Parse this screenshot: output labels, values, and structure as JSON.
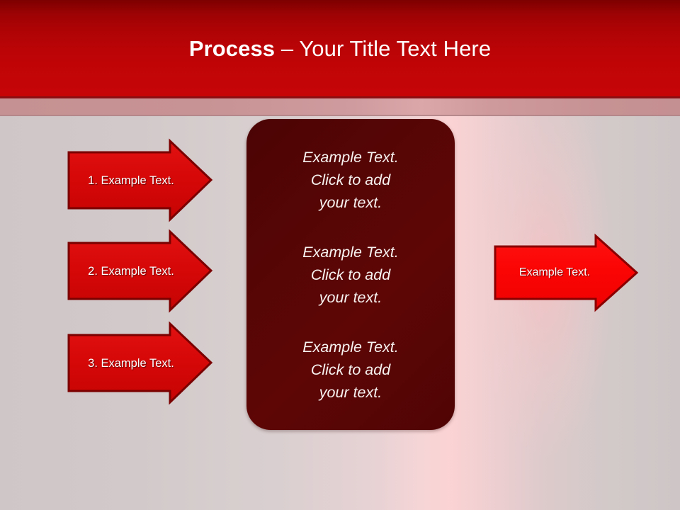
{
  "slide": {
    "title_bold": "Process",
    "title_rest": " – Your Title Text Here",
    "theme": {
      "header_red": "#b80406",
      "header_dark_red": "#7d0000",
      "rose_band": "#c69192",
      "background": "#cec6c6",
      "panel_dark_red": "#560505",
      "arrow_red": "#d40505",
      "arrow_bright_red": "#fa0505",
      "arrow_border": "#7b0000",
      "text_white": "#ffffff"
    }
  },
  "steps": [
    {
      "label": "1. Example Text."
    },
    {
      "label": "2. Example Text."
    },
    {
      "label": "3. Example Text."
    }
  ],
  "center_panel": {
    "blocks": [
      "Example Text.\nClick  to add\nyour text.",
      "Example Text.\nClick  to add\nyour text.",
      "Example Text.\nClick  to add\nyour text."
    ]
  },
  "outcome": {
    "label": "Example Text."
  }
}
